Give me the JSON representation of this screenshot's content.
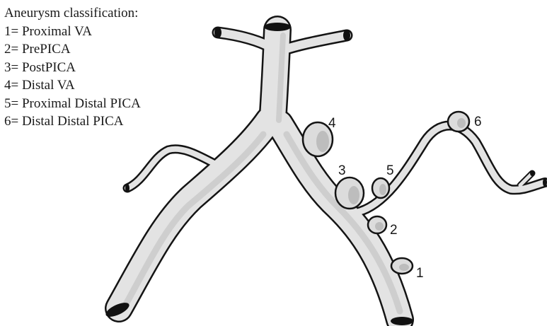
{
  "legend": {
    "title": "Aneurysm classification:",
    "items": [
      "1= Proximal VA",
      "2= PrePICA",
      "3= PostPICA",
      "4= Distal VA",
      "5= Proximal Distal PICA",
      "6= Distal Distal PICA"
    ]
  },
  "markers": {
    "m1": "1",
    "m2": "2",
    "m3": "3",
    "m4": "4",
    "m5": "5",
    "m6": "6"
  }
}
